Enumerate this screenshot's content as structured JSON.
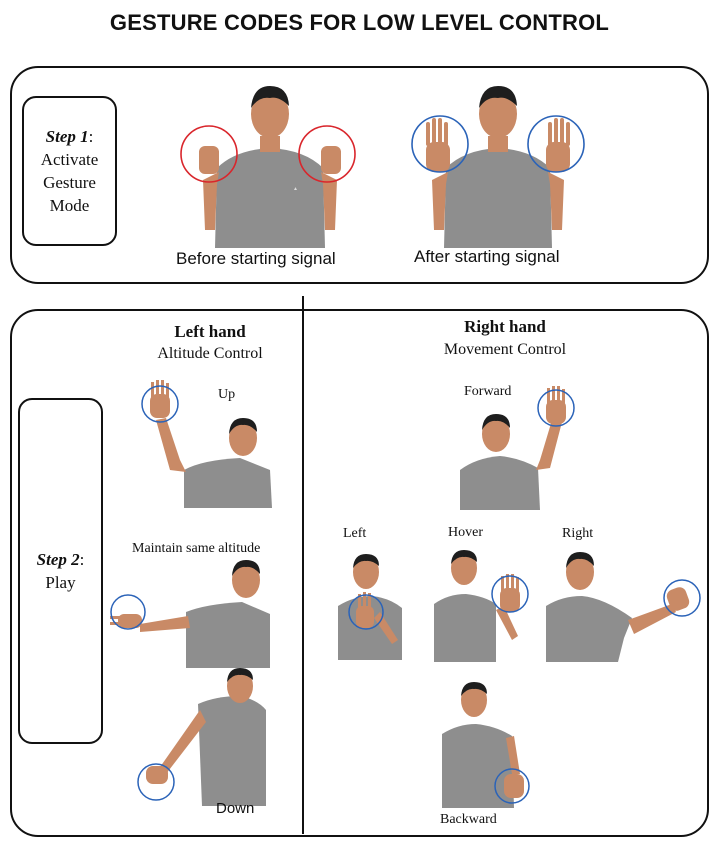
{
  "title": "GESTURE CODES FOR LOW LEVEL CONTROL",
  "step1": {
    "step": "Step 1",
    "colon": ":",
    "lines": [
      "Activate",
      "Gesture",
      "Mode"
    ],
    "before_caption": "Before starting signal",
    "after_caption": "After starting signal"
  },
  "step2": {
    "step": "Step 2",
    "colon": ":",
    "line": "Play",
    "left_heading": "Left hand",
    "left_sub": "Altitude Control",
    "right_heading": "Right hand",
    "right_sub": "Movement Control",
    "labels": {
      "up": "Up",
      "maintain": "Maintain same altitude",
      "down": "Down",
      "forward": "Forward",
      "left": "Left",
      "hover": "Hover",
      "right": "Right",
      "backward": "Backward"
    }
  },
  "colors": {
    "fist_circle": "#d9262c",
    "palm_circle": "#2b63b8",
    "shirt": "#8a8a8a",
    "skin": "#c98a66",
    "hair": "#1e1e1e"
  }
}
